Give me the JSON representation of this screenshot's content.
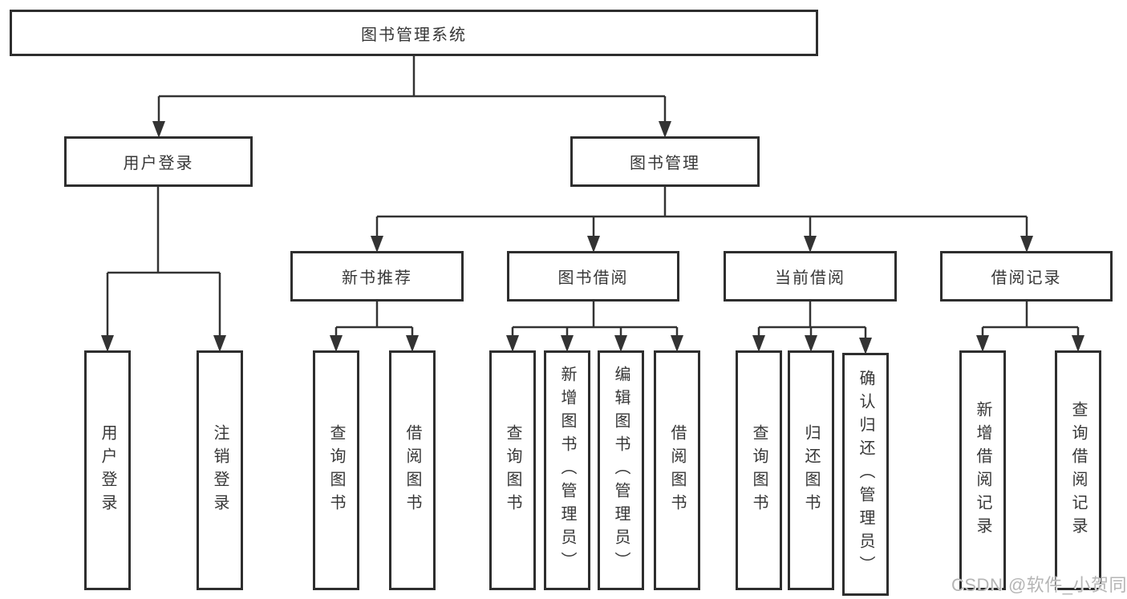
{
  "diagram_title": "图书管理系统",
  "nodes": {
    "root": "图书管理系统",
    "user_login": "用户登录",
    "book_mgmt": "图书管理",
    "new_book_rec": "新书推荐",
    "book_borrow": "图书借阅",
    "current_borrow": "当前借阅",
    "borrow_records": "借阅记录",
    "login": "用户登录",
    "logout": "注销登录",
    "nb_query": "查询图书",
    "nb_borrow": "借阅图书",
    "bb_query": "查询图书",
    "bb_add": "新增图书（管理员）",
    "bb_edit": "编辑图书（管理员）",
    "bb_borrow": "借阅图书",
    "cb_query": "查询图书",
    "cb_return": "归还图书",
    "cb_confirm": "确认归还（管理员）",
    "br_add": "新增借阅记录",
    "br_query": "查询借阅记录"
  },
  "colors": {
    "line": "#333333",
    "border": "#2e2e2e",
    "text": "#373737",
    "watermark": "#b5b5b5"
  },
  "watermark": "CSDN @软件_小贺同学"
}
